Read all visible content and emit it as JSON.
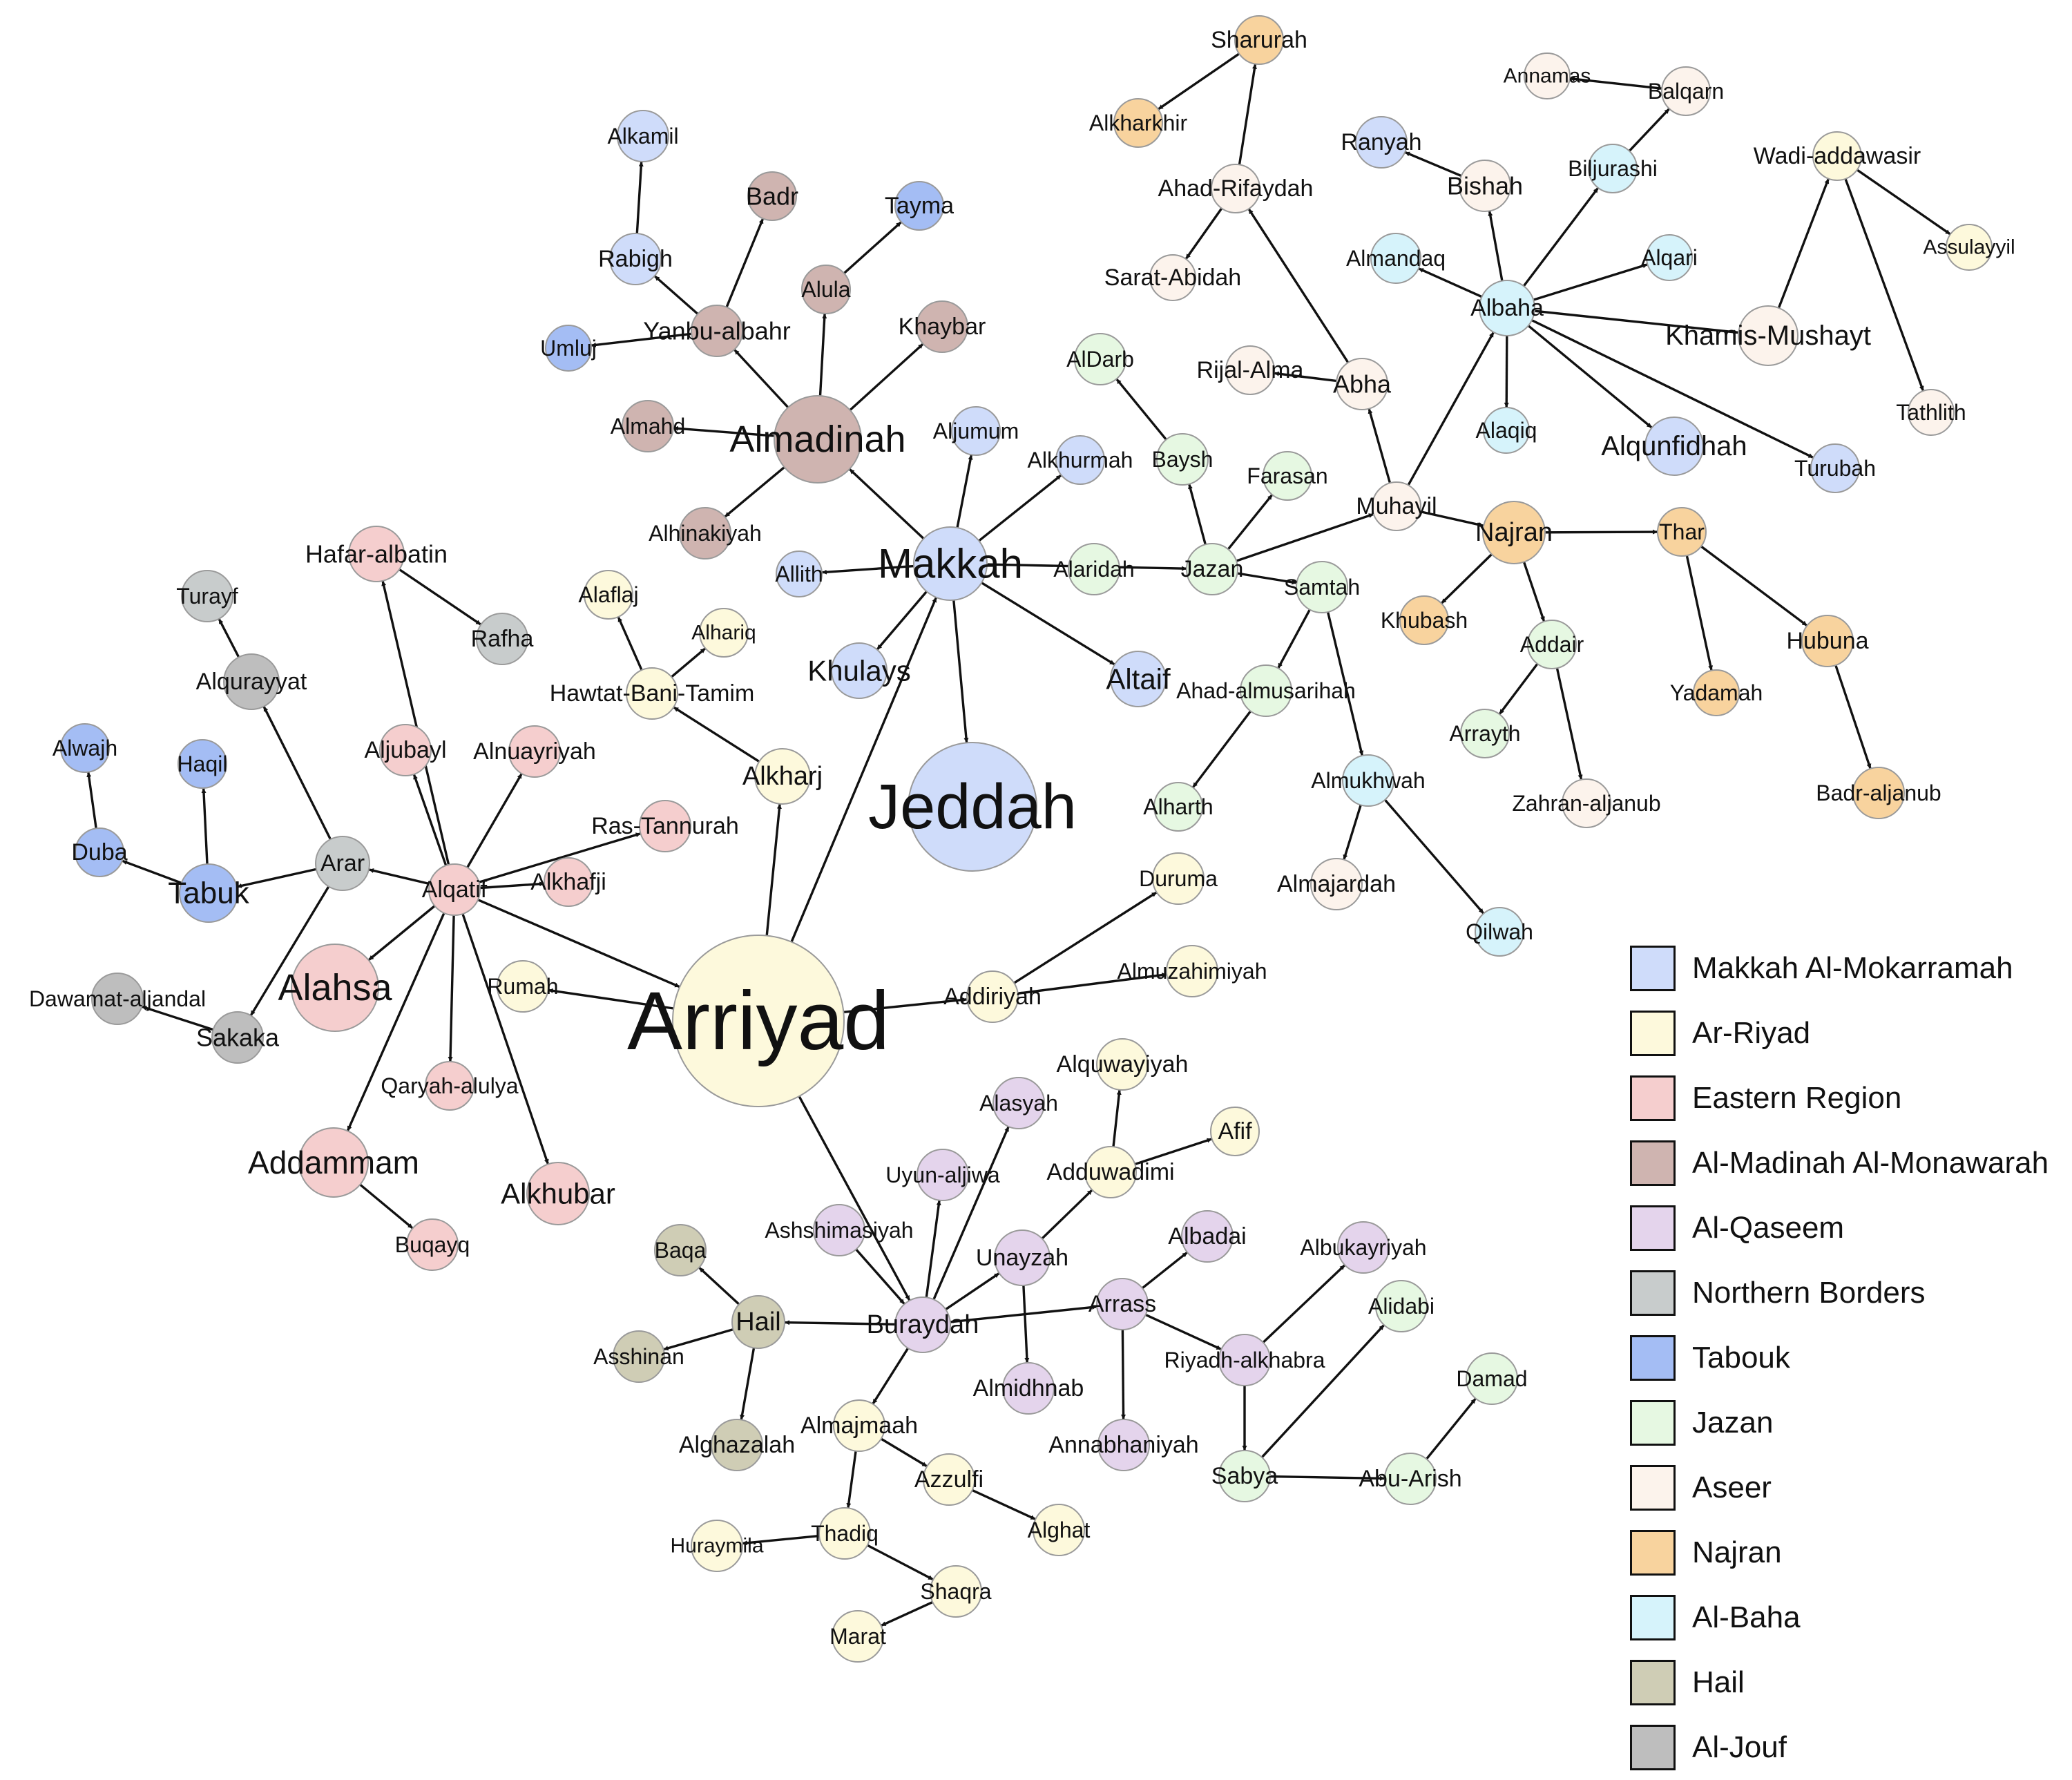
{
  "regions": [
    {
      "key": "makkah",
      "label": "Makkah Al-Mokarramah",
      "color": "#cfdcfa"
    },
    {
      "key": "riyad",
      "label": "Ar-Riyad",
      "color": "#fdf9dc"
    },
    {
      "key": "eastern",
      "label": "Eastern Region",
      "color": "#f5cece"
    },
    {
      "key": "madinah",
      "label": "Al-Madinah Al-Monawarah",
      "color": "#cfb4b0"
    },
    {
      "key": "qaseem",
      "label": "Al-Qaseem",
      "color": "#e4d4ec"
    },
    {
      "key": "northern",
      "label": "Northern Borders",
      "color": "#c8cccc"
    },
    {
      "key": "tabouk",
      "label": "Tabouk",
      "color": "#a4bdf4"
    },
    {
      "key": "jazan",
      "label": "Jazan",
      "color": "#e6f8e2"
    },
    {
      "key": "aseer",
      "label": "Aseer",
      "color": "#fcf3ec"
    },
    {
      "key": "najran",
      "label": "Najran",
      "color": "#f8d39e"
    },
    {
      "key": "baha",
      "label": "Al-Baha",
      "color": "#d6f3fb"
    },
    {
      "key": "hail",
      "label": "Hail",
      "color": "#cfcdb5"
    },
    {
      "key": "jouf",
      "label": "Al-Jouf",
      "color": "#bebebe"
    }
  ],
  "nodes": [
    {
      "id": "Arriyad",
      "region": "riyad"
    },
    {
      "id": "Jeddah",
      "region": "makkah"
    },
    {
      "id": "Makkah",
      "region": "makkah"
    },
    {
      "id": "Almadinah",
      "region": "madinah"
    },
    {
      "id": "Alahsa",
      "region": "eastern"
    },
    {
      "id": "Addammam",
      "region": "eastern"
    },
    {
      "id": "Alkhubar",
      "region": "eastern"
    },
    {
      "id": "Tabuk",
      "region": "tabouk"
    },
    {
      "id": "Khulays",
      "region": "makkah"
    },
    {
      "id": "Altaif",
      "region": "makkah"
    },
    {
      "id": "Buraydah",
      "region": "qaseem"
    },
    {
      "id": "Hail",
      "region": "hail"
    },
    {
      "id": "Najran",
      "region": "najran"
    },
    {
      "id": "Khamis-Mushayt",
      "region": "aseer"
    },
    {
      "id": "Alqunfidhah",
      "region": "makkah"
    },
    {
      "id": "Sharurah",
      "region": "najran"
    },
    {
      "id": "Alkharkhir",
      "region": "najran"
    },
    {
      "id": "Ahad-Rifaydah",
      "region": "aseer"
    },
    {
      "id": "Sarat-Abidah",
      "region": "aseer"
    },
    {
      "id": "Abha",
      "region": "aseer"
    },
    {
      "id": "Rijal-Alma",
      "region": "aseer"
    },
    {
      "id": "Muhayil",
      "region": "aseer"
    },
    {
      "id": "Annamas",
      "region": "aseer"
    },
    {
      "id": "Balqarn",
      "region": "aseer"
    },
    {
      "id": "Biljurashi",
      "region": "baha"
    },
    {
      "id": "Ranyah",
      "region": "makkah"
    },
    {
      "id": "Bishah",
      "region": "aseer"
    },
    {
      "id": "Almandaq",
      "region": "baha"
    },
    {
      "id": "Alqari",
      "region": "baha"
    },
    {
      "id": "Albaha",
      "region": "baha"
    },
    {
      "id": "Alaqiq",
      "region": "baha"
    },
    {
      "id": "Turubah",
      "region": "makkah"
    },
    {
      "id": "Wadi-addawasir",
      "region": "riyad"
    },
    {
      "id": "Assulayyil",
      "region": "riyad"
    },
    {
      "id": "Tathlith",
      "region": "aseer"
    },
    {
      "id": "Thar",
      "region": "najran"
    },
    {
      "id": "Hubuna",
      "region": "najran"
    },
    {
      "id": "Yadamah",
      "region": "najran"
    },
    {
      "id": "Badr-aljanub",
      "region": "najran"
    },
    {
      "id": "Khubash",
      "region": "najran"
    },
    {
      "id": "Addair",
      "region": "jazan"
    },
    {
      "id": "Arrayth",
      "region": "jazan"
    },
    {
      "id": "Zahran-aljanub",
      "region": "aseer"
    },
    {
      "id": "Alkamil",
      "region": "makkah"
    },
    {
      "id": "Rabigh",
      "region": "makkah"
    },
    {
      "id": "Badr",
      "region": "madinah"
    },
    {
      "id": "Tayma",
      "region": "tabouk"
    },
    {
      "id": "Alula",
      "region": "madinah"
    },
    {
      "id": "Yanbu-albahr",
      "region": "madinah"
    },
    {
      "id": "Umluj",
      "region": "tabouk"
    },
    {
      "id": "Khaybar",
      "region": "madinah"
    },
    {
      "id": "Almahd",
      "region": "madinah"
    },
    {
      "id": "Aljumum",
      "region": "makkah"
    },
    {
      "id": "Alkhurmah",
      "region": "makkah"
    },
    {
      "id": "Alhinakiyah",
      "region": "madinah"
    },
    {
      "id": "Allith",
      "region": "makkah"
    },
    {
      "id": "Alaridah",
      "region": "jazan"
    },
    {
      "id": "Jazan",
      "region": "jazan"
    },
    {
      "id": "AlDarb",
      "region": "jazan"
    },
    {
      "id": "Baysh",
      "region": "jazan"
    },
    {
      "id": "Farasan",
      "region": "jazan"
    },
    {
      "id": "Samtah",
      "region": "jazan"
    },
    {
      "id": "Ahad-almusarihah",
      "region": "jazan"
    },
    {
      "id": "Alharth",
      "region": "jazan"
    },
    {
      "id": "Almukhwah",
      "region": "baha"
    },
    {
      "id": "Almajardah",
      "region": "aseer"
    },
    {
      "id": "Qilwah",
      "region": "baha"
    },
    {
      "id": "Hafar-albatin",
      "region": "eastern"
    },
    {
      "id": "Rafha",
      "region": "northern"
    },
    {
      "id": "Turayf",
      "region": "northern"
    },
    {
      "id": "Alqurayyat",
      "region": "jouf"
    },
    {
      "id": "Alaflaj",
      "region": "riyad"
    },
    {
      "id": "Alhariq",
      "region": "riyad"
    },
    {
      "id": "Hawtat-Bani-Tamim",
      "region": "riyad"
    },
    {
      "id": "Alkharj",
      "region": "riyad"
    },
    {
      "id": "Alwajh",
      "region": "tabouk"
    },
    {
      "id": "Haqil",
      "region": "tabouk"
    },
    {
      "id": "Duba",
      "region": "tabouk"
    },
    {
      "id": "Arar",
      "region": "northern"
    },
    {
      "id": "Aljubayl",
      "region": "eastern"
    },
    {
      "id": "Alnuayriyah",
      "region": "eastern"
    },
    {
      "id": "Ras-Tannurah",
      "region": "eastern"
    },
    {
      "id": "Alqatif",
      "region": "eastern"
    },
    {
      "id": "Alkhafji",
      "region": "eastern"
    },
    {
      "id": "Rumah",
      "region": "riyad"
    },
    {
      "id": "Dawamat-aljandal",
      "region": "jouf"
    },
    {
      "id": "Sakaka",
      "region": "jouf"
    },
    {
      "id": "Qaryah-alulya",
      "region": "eastern"
    },
    {
      "id": "Buqayq",
      "region": "eastern"
    },
    {
      "id": "Duruma",
      "region": "riyad"
    },
    {
      "id": "Addiriyah",
      "region": "riyad"
    },
    {
      "id": "Almuzahimiyah",
      "region": "riyad"
    },
    {
      "id": "Alquwayiyah",
      "region": "riyad"
    },
    {
      "id": "Alasyah",
      "region": "qaseem"
    },
    {
      "id": "Afif",
      "region": "riyad"
    },
    {
      "id": "Uyun-aljiwa",
      "region": "qaseem"
    },
    {
      "id": "Adduwadimi",
      "region": "riyad"
    },
    {
      "id": "Ashshimasiyah",
      "region": "qaseem"
    },
    {
      "id": "Albadai",
      "region": "qaseem"
    },
    {
      "id": "Albukayriyah",
      "region": "qaseem"
    },
    {
      "id": "Baqa",
      "region": "hail"
    },
    {
      "id": "Unayzah",
      "region": "qaseem"
    },
    {
      "id": "Arrass",
      "region": "qaseem"
    },
    {
      "id": "Alidabi",
      "region": "jazan"
    },
    {
      "id": "Asshinan",
      "region": "hail"
    },
    {
      "id": "Riyadh-alkhabra",
      "region": "qaseem"
    },
    {
      "id": "Damad",
      "region": "jazan"
    },
    {
      "id": "Almidhnab",
      "region": "qaseem"
    },
    {
      "id": "Almajmaah",
      "region": "riyad"
    },
    {
      "id": "Alghazalah",
      "region": "hail"
    },
    {
      "id": "Annabhaniyah",
      "region": "qaseem"
    },
    {
      "id": "Sabya",
      "region": "jazan"
    },
    {
      "id": "Abu-Arish",
      "region": "jazan"
    },
    {
      "id": "Azzulfi",
      "region": "riyad"
    },
    {
      "id": "Alghat",
      "region": "riyad"
    },
    {
      "id": "Huraymila",
      "region": "riyad"
    },
    {
      "id": "Thadiq",
      "region": "riyad"
    },
    {
      "id": "Shaqra",
      "region": "riyad"
    },
    {
      "id": "Marat",
      "region": "riyad"
    }
  ],
  "edges": [
    [
      "Arriyad",
      "Makkah"
    ],
    [
      "Arriyad",
      "Alkharj"
    ],
    [
      "Arriyad",
      "Rumah"
    ],
    [
      "Arriyad",
      "Addiriyah"
    ],
    [
      "Arriyad",
      "Buraydah"
    ],
    [
      "Alqatif",
      "Arriyad"
    ],
    [
      "Makkah",
      "Almadinah"
    ],
    [
      "Makkah",
      "Jeddah"
    ],
    [
      "Makkah",
      "Khulays"
    ],
    [
      "Makkah",
      "Altaif"
    ],
    [
      "Makkah",
      "Allith"
    ],
    [
      "Makkah",
      "Aljumum"
    ],
    [
      "Makkah",
      "Alkhurmah"
    ],
    [
      "Makkah",
      "Jazan"
    ],
    [
      "Almadinah",
      "Yanbu-albahr"
    ],
    [
      "Almadinah",
      "Alula"
    ],
    [
      "Almadinah",
      "Khaybar"
    ],
    [
      "Almadinah",
      "Almahd"
    ],
    [
      "Almadinah",
      "Alhinakiyah"
    ],
    [
      "Yanbu-albahr",
      "Rabigh"
    ],
    [
      "Yanbu-albahr",
      "Badr"
    ],
    [
      "Yanbu-albahr",
      "Umluj"
    ],
    [
      "Rabigh",
      "Alkamil"
    ],
    [
      "Alula",
      "Tayma"
    ],
    [
      "Jazan",
      "Baysh"
    ],
    [
      "Jazan",
      "Farasan"
    ],
    [
      "Jazan",
      "Samtah"
    ],
    [
      "Jazan",
      "Muhayil"
    ],
    [
      "Baysh",
      "AlDarb"
    ],
    [
      "Samtah",
      "Ahad-almusarihah"
    ],
    [
      "Samtah",
      "Almukhwah"
    ],
    [
      "Ahad-almusarihah",
      "Alharth"
    ],
    [
      "Almukhwah",
      "Almajardah"
    ],
    [
      "Almukhwah",
      "Qilwah"
    ],
    [
      "Muhayil",
      "Abha"
    ],
    [
      "Muhayil",
      "Albaha"
    ],
    [
      "Muhayil",
      "Najran"
    ],
    [
      "Abha",
      "Rijal-Alma"
    ],
    [
      "Abha",
      "Ahad-Rifaydah"
    ],
    [
      "Ahad-Rifaydah",
      "Sarat-Abidah"
    ],
    [
      "Ahad-Rifaydah",
      "Sharurah"
    ],
    [
      "Sharurah",
      "Alkharkhir"
    ],
    [
      "Albaha",
      "Bishah"
    ],
    [
      "Albaha",
      "Biljurashi"
    ],
    [
      "Albaha",
      "Almandaq"
    ],
    [
      "Albaha",
      "Alqari"
    ],
    [
      "Albaha",
      "Alaqiq"
    ],
    [
      "Albaha",
      "Alqunfidhah"
    ],
    [
      "Albaha",
      "Turubah"
    ],
    [
      "Albaha",
      "Khamis-Mushayt"
    ],
    [
      "Bishah",
      "Ranyah"
    ],
    [
      "Biljurashi",
      "Balqarn"
    ],
    [
      "Balqarn",
      "Annamas"
    ],
    [
      "Khamis-Mushayt",
      "Wadi-addawasir"
    ],
    [
      "Wadi-addawasir",
      "Assulayyil"
    ],
    [
      "Wadi-addawasir",
      "Tathlith"
    ],
    [
      "Najran",
      "Thar"
    ],
    [
      "Najran",
      "Khubash"
    ],
    [
      "Najran",
      "Addair"
    ],
    [
      "Addair",
      "Arrayth"
    ],
    [
      "Addair",
      "Zahran-aljanub"
    ],
    [
      "Thar",
      "Yadamah"
    ],
    [
      "Thar",
      "Hubuna"
    ],
    [
      "Hubuna",
      "Badr-aljanub"
    ],
    [
      "Alqatif",
      "Hafar-albatin"
    ],
    [
      "Alqatif",
      "Aljubayl"
    ],
    [
      "Alqatif",
      "Alnuayriyah"
    ],
    [
      "Alqatif",
      "Ras-Tannurah"
    ],
    [
      "Alqatif",
      "Alkhafji"
    ],
    [
      "Alqatif",
      "Arar"
    ],
    [
      "Alqatif",
      "Alahsa"
    ],
    [
      "Alqatif",
      "Addammam"
    ],
    [
      "Alqatif",
      "Qaryah-alulya"
    ],
    [
      "Alqatif",
      "Alkhubar"
    ],
    [
      "Hafar-albatin",
      "Rafha"
    ],
    [
      "Arar",
      "Alqurayyat"
    ],
    [
      "Arar",
      "Tabuk"
    ],
    [
      "Arar",
      "Sakaka"
    ],
    [
      "Alqurayyat",
      "Turayf"
    ],
    [
      "Tabuk",
      "Duba"
    ],
    [
      "Tabuk",
      "Haqil"
    ],
    [
      "Duba",
      "Alwajh"
    ],
    [
      "Sakaka",
      "Dawamat-aljandal"
    ],
    [
      "Addammam",
      "Buqayq"
    ],
    [
      "Alkharj",
      "Hawtat-Bani-Tamim"
    ],
    [
      "Hawtat-Bani-Tamim",
      "Alaflaj"
    ],
    [
      "Hawtat-Bani-Tamim",
      "Alhariq"
    ],
    [
      "Addiriyah",
      "Duruma"
    ],
    [
      "Addiriyah",
      "Almuzahimiyah"
    ],
    [
      "Buraydah",
      "Hail"
    ],
    [
      "Buraydah",
      "Uyun-aljiwa"
    ],
    [
      "Buraydah",
      "Alasyah"
    ],
    [
      "Buraydah",
      "Unayzah"
    ],
    [
      "Buraydah",
      "Arrass"
    ],
    [
      "Buraydah",
      "Almajmaah"
    ],
    [
      "Ashshimasiyah",
      "Buraydah"
    ],
    [
      "Hail",
      "Baqa"
    ],
    [
      "Hail",
      "Asshinan"
    ],
    [
      "Hail",
      "Alghazalah"
    ],
    [
      "Unayzah",
      "Adduwadimi"
    ],
    [
      "Unayzah",
      "Almidhnab"
    ],
    [
      "Adduwadimi",
      "Alquwayiyah"
    ],
    [
      "Adduwadimi",
      "Afif"
    ],
    [
      "Arrass",
      "Albadai"
    ],
    [
      "Arrass",
      "Riyadh-alkhabra"
    ],
    [
      "Arrass",
      "Annabhaniyah"
    ],
    [
      "Riyadh-alkhabra",
      "Albukayriyah"
    ],
    [
      "Riyadh-alkhabra",
      "Sabya"
    ],
    [
      "Sabya",
      "Alidabi"
    ],
    [
      "Sabya",
      "Abu-Arish"
    ],
    [
      "Abu-Arish",
      "Damad"
    ],
    [
      "Almajmaah",
      "Azzulfi"
    ],
    [
      "Almajmaah",
      "Thadiq"
    ],
    [
      "Azzulfi",
      "Alghat"
    ],
    [
      "Thadiq",
      "Huraymila"
    ],
    [
      "Thadiq",
      "Shaqra"
    ],
    [
      "Shaqra",
      "Marat"
    ]
  ]
}
